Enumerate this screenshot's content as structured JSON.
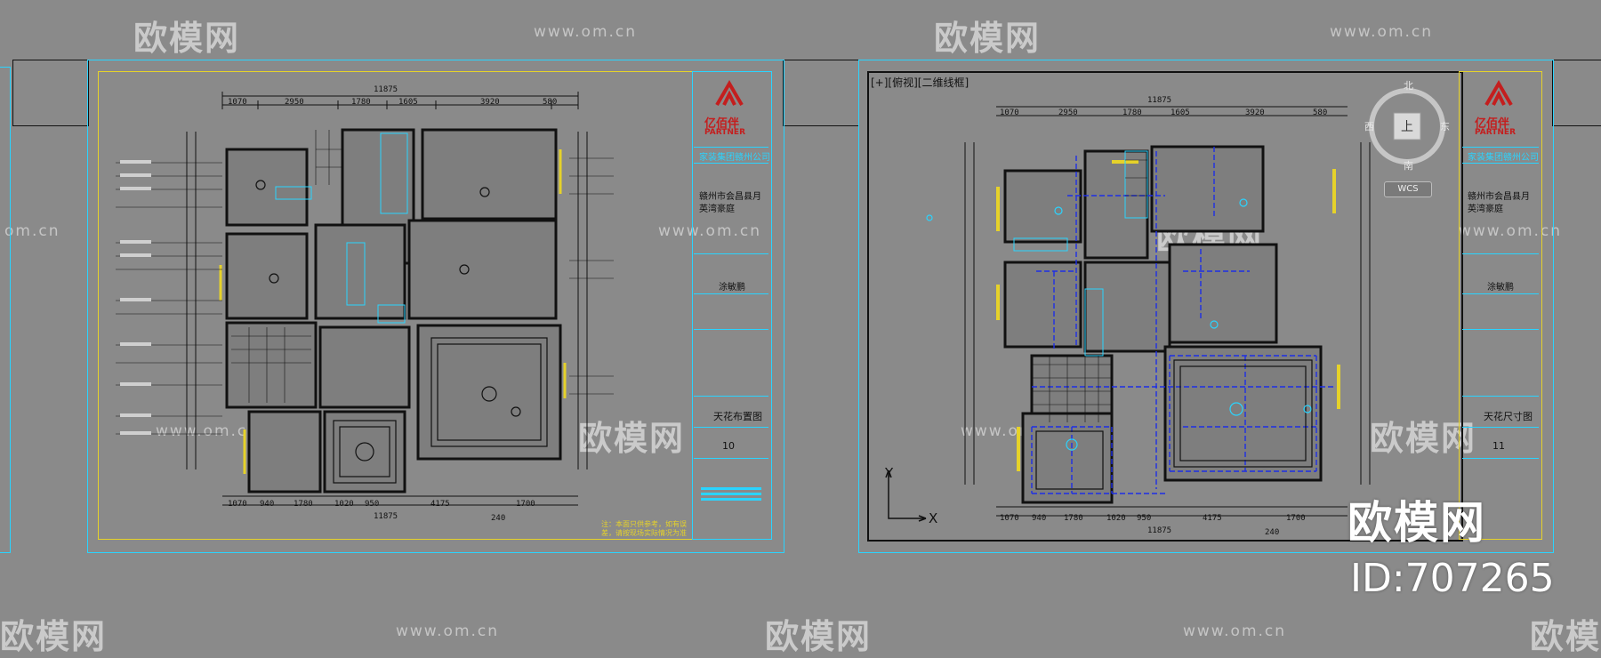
{
  "watermark": {
    "logo_text": "欧模网",
    "url_text": "www.om.cn",
    "url_text_short": "om.cn"
  },
  "left_sheet": {
    "company": "家装集团赣州公司",
    "project_line1": "赣州市会昌县月",
    "project_line2": "英湾豪庭",
    "designer": "涂敏鹏",
    "drawing_title": "天花布置图",
    "sheet_no": "10",
    "note_line1": "注：本面只供参考，如有误",
    "note_line2": "差，请按现场实际情况为准",
    "dims_top": [
      "1070",
      "2950",
      "1780",
      "1605",
      "3920",
      "580"
    ],
    "dims_top_total": "11875",
    "dims_bottom": [
      "1070",
      "940",
      "1780",
      "1020",
      "950",
      "4175",
      "1700"
    ],
    "dims_bottom_total": "11875",
    "dim_240": "240"
  },
  "right_sheet": {
    "viewport_label": "[+][俯视][二维线框]",
    "company": "家装集团赣州公司",
    "project_line1": "赣州市会昌县月",
    "project_line2": "英湾豪庭",
    "designer": "涂敏鹏",
    "drawing_title": "天花尺寸图",
    "sheet_no": "11",
    "dims_top": [
      "1070",
      "2950",
      "1780",
      "1605",
      "3920",
      "580"
    ],
    "dims_top_total": "11875",
    "dims_bottom": [
      "1070",
      "940",
      "1780",
      "1020",
      "950",
      "4175",
      "1700"
    ],
    "dims_bottom_total": "11875",
    "dim_240": "240",
    "viewcube": {
      "north": "北",
      "south": "南",
      "east": "东",
      "west": "西",
      "face": "上",
      "wcs": "WCS"
    },
    "axis_y": "Y",
    "axis_x": "X"
  },
  "brand": {
    "name": "亿佰伴",
    "sub": "PARTNER",
    "color": "#c41e1e"
  },
  "id_block": {
    "logo": "欧模网",
    "id": "ID:707265"
  },
  "colors": {
    "background": "#8a8a8a",
    "cyan": "#2ad4ff",
    "yellow": "#e6d22a",
    "blue_dim": "#1d2ee6",
    "red_brand": "#c41e1e"
  }
}
